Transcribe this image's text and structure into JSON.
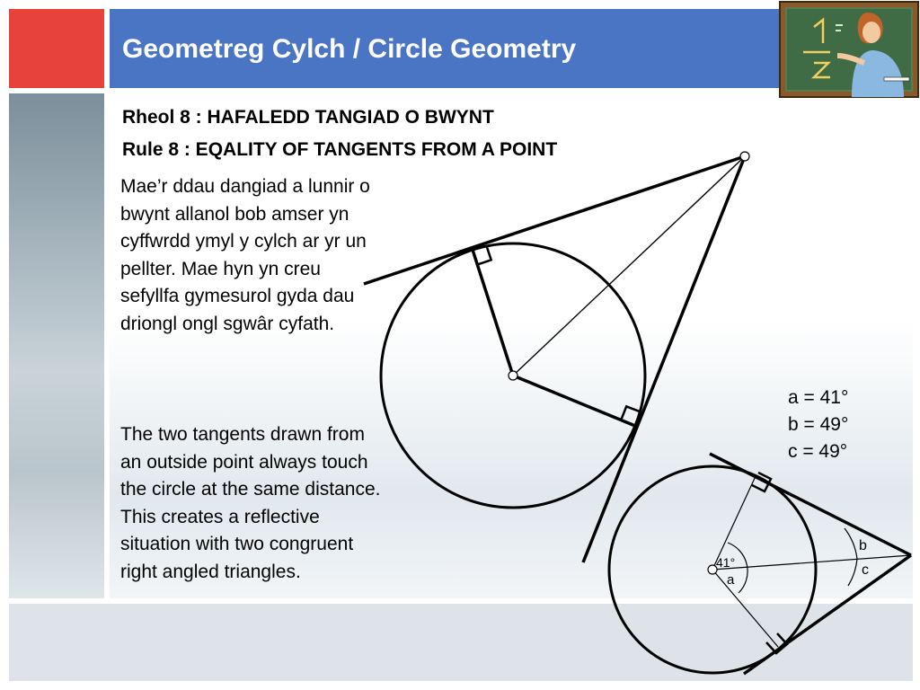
{
  "slide": {
    "title": "Geometreg Cylch / Circle Geometry",
    "rule_welsh": "Rheol 8 : HAFALEDD TANGIAD O BWYNT",
    "rule_english": "Rule 8 : EQALITY OF TANGENTS FROM A POINT",
    "welsh_text": "Mae’r ddau dangiad a lunnir o bwynt allanol bob amser yn cyffwrdd ymyl y cylch ar yr un pellter. Mae hyn yn creu sefyllfa gymesurol gyda dau driongl ongl sgwâr cyfath.",
    "english_text": "The two tangents drawn from an outside point always touch the circle at the same distance. This creates a reflective situation with two congruent right angled triangles.",
    "answers": [
      "a = 41°",
      "b = 49°",
      "c = 49°"
    ]
  },
  "diagram": {
    "angle_given": "41°",
    "label_a": "a",
    "label_b": "b",
    "label_c": "c"
  },
  "colors": {
    "title_bar": "#4a74c4",
    "accent_red": "#e8433a",
    "title_text": "#ffffff"
  },
  "icons": [
    "teacher-at-blackboard-icon"
  ]
}
